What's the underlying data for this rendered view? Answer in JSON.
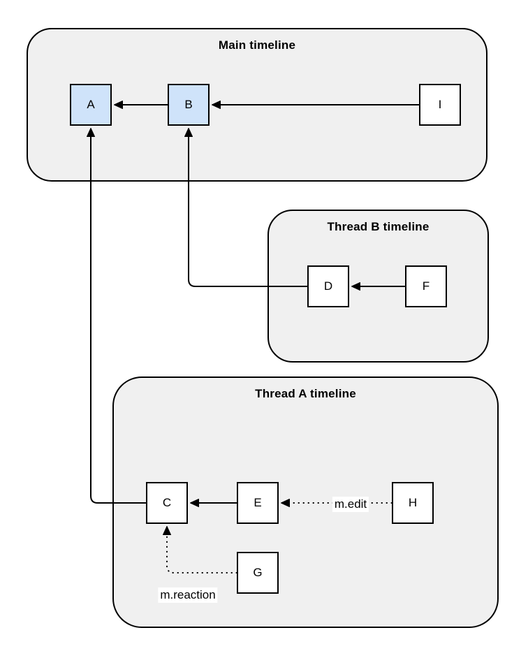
{
  "diagram": {
    "groups": [
      {
        "id": "main-timeline",
        "title": "Main timeline"
      },
      {
        "id": "thread-b-timeline",
        "title": "Thread B timeline"
      },
      {
        "id": "thread-a-timeline",
        "title": "Thread A timeline"
      }
    ],
    "nodes": [
      {
        "id": "A",
        "label": "A",
        "group": "main-timeline",
        "fill": "#cfe3fa"
      },
      {
        "id": "B",
        "label": "B",
        "group": "main-timeline",
        "fill": "#cfe3fa"
      },
      {
        "id": "I",
        "label": "I",
        "group": "main-timeline",
        "fill": "#ffffff"
      },
      {
        "id": "D",
        "label": "D",
        "group": "thread-b-timeline",
        "fill": "#ffffff"
      },
      {
        "id": "F",
        "label": "F",
        "group": "thread-b-timeline",
        "fill": "#ffffff"
      },
      {
        "id": "C",
        "label": "C",
        "group": "thread-a-timeline",
        "fill": "#ffffff"
      },
      {
        "id": "E",
        "label": "E",
        "group": "thread-a-timeline",
        "fill": "#ffffff"
      },
      {
        "id": "H",
        "label": "H",
        "group": "thread-a-timeline",
        "fill": "#ffffff"
      },
      {
        "id": "G",
        "label": "G",
        "group": "thread-a-timeline",
        "fill": "#ffffff"
      }
    ],
    "edges": [
      {
        "from": "B",
        "to": "A",
        "style": "solid",
        "label": ""
      },
      {
        "from": "I",
        "to": "B",
        "style": "solid",
        "label": ""
      },
      {
        "from": "F",
        "to": "D",
        "style": "solid",
        "label": ""
      },
      {
        "from": "D",
        "to": "B",
        "style": "solid",
        "label": ""
      },
      {
        "from": "E",
        "to": "C",
        "style": "solid",
        "label": ""
      },
      {
        "from": "C",
        "to": "A",
        "style": "solid",
        "label": ""
      },
      {
        "from": "H",
        "to": "E",
        "style": "dotted",
        "label": "m.edit"
      },
      {
        "from": "G",
        "to": "C",
        "style": "dotted",
        "label": "m.reaction"
      }
    ],
    "colors": {
      "group_fill": "#f0f0f0",
      "group_stroke": "#000000",
      "node_highlight_fill": "#cfe3fa",
      "node_fill": "#ffffff",
      "node_stroke": "#000000",
      "edge_stroke": "#000000",
      "background": "#ffffff"
    }
  }
}
